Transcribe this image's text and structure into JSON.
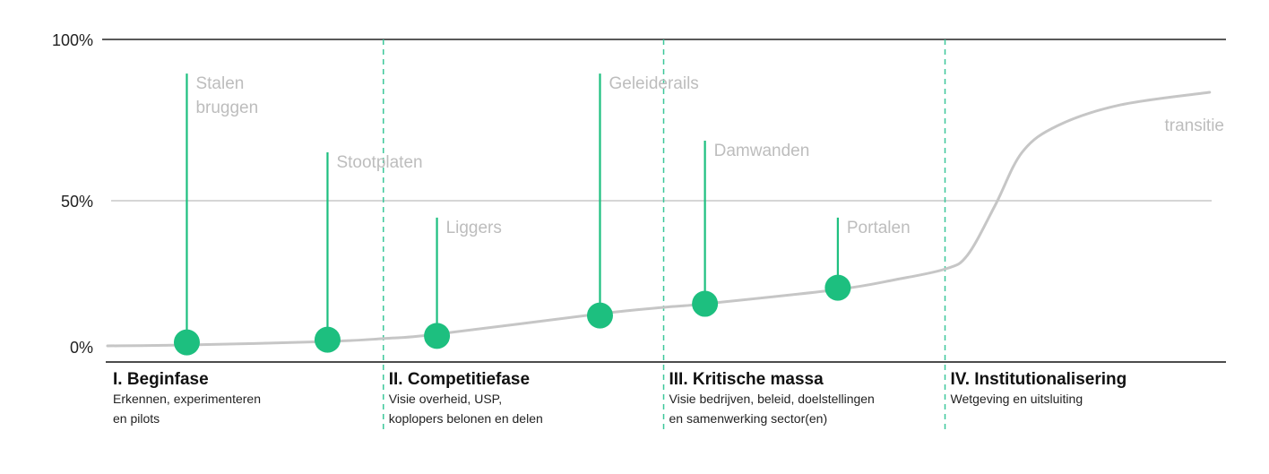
{
  "chart_data": {
    "type": "line",
    "title": "",
    "ylabel": "",
    "xlabel": "",
    "ylim": [
      0,
      100
    ],
    "y_ticks": [
      "100%",
      "50%",
      "0%"
    ],
    "y_tick_values": [
      100,
      50,
      0
    ],
    "grid": true,
    "colors": {
      "accent": "#1dbf7f",
      "curve": "#c6c6c6",
      "label": "#bdbdbd",
      "axis": "#333333"
    },
    "curve": {
      "name": "transitie",
      "points": [
        [
          0,
          0
        ],
        [
          7.1,
          0.3
        ],
        [
          19.7,
          1.5
        ],
        [
          24.7,
          2.5
        ],
        [
          29.5,
          4.0
        ],
        [
          44.1,
          11.0
        ],
        [
          49.8,
          13.2
        ],
        [
          53.5,
          14.4
        ],
        [
          65.4,
          19.3
        ],
        [
          70.6,
          22.7
        ],
        [
          75.0,
          26.3
        ],
        [
          77.0,
          31.0
        ],
        [
          79.5,
          48.2
        ],
        [
          81.9,
          65.0
        ],
        [
          85.1,
          73.3
        ],
        [
          90.7,
          79.7
        ],
        [
          98.7,
          83.6
        ]
      ]
    },
    "markers": [
      {
        "label": [
          "Stalen",
          "bruggen"
        ],
        "t": 7.1,
        "value": 1.2,
        "stem_top": 89.4
      },
      {
        "label": [
          "Stootplaten"
        ],
        "t": 19.7,
        "value": 2.1,
        "stem_top": 65.0
      },
      {
        "label": [
          "Liggers"
        ],
        "t": 29.5,
        "value": 3.4,
        "stem_top": 43.9
      },
      {
        "label": [
          "Geleiderails"
        ],
        "t": 44.1,
        "value": 10.4,
        "stem_top": 89.4
      },
      {
        "label": [
          "Damwanden"
        ],
        "t": 53.5,
        "value": 14.4,
        "stem_top": 68.6
      },
      {
        "label": [
          "Portalen"
        ],
        "t": 65.4,
        "value": 19.9,
        "stem_top": 43.9
      }
    ],
    "phase_boundaries": [
      24.7,
      49.8,
      75.0
    ],
    "phases": [
      {
        "title": "I. Beginfase",
        "desc": [
          "Erkennen, experimenteren",
          "en pilots"
        ]
      },
      {
        "title": "II. Competitiefase",
        "desc": [
          "Visie overheid, USP,",
          "koplopers belonen en delen"
        ]
      },
      {
        "title": "III. Kritische massa",
        "desc": [
          "Visie bedrijven, beleid, doelstellingen",
          "en samenwerking sector(en)"
        ]
      },
      {
        "title": "IV. Institutionalisering",
        "desc": [
          "Wetgeving en uitsluiting"
        ]
      }
    ]
  }
}
